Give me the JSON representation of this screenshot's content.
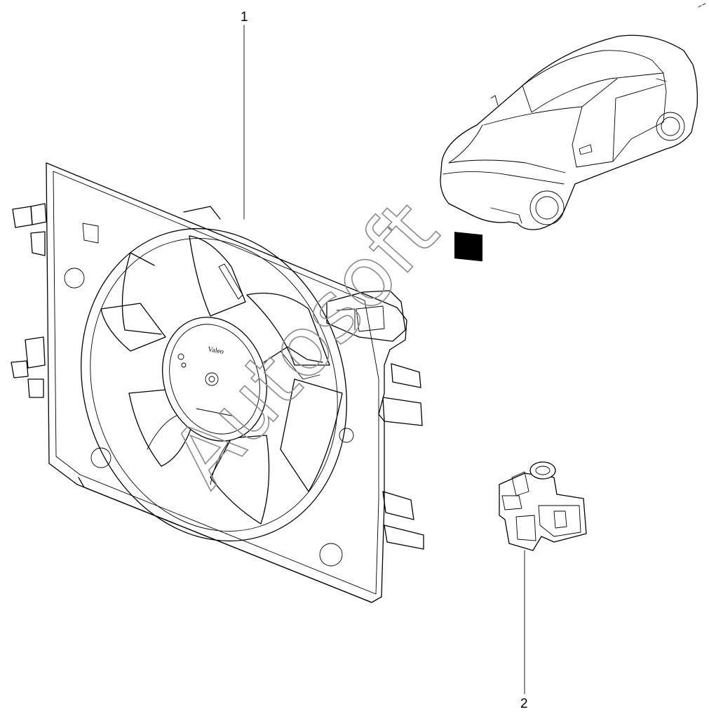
{
  "callouts": {
    "fan_assembly": "1",
    "connector": "2"
  },
  "fan_hub_label": "Valeo",
  "watermark": "Autosoft",
  "colors": {
    "line": "#000000",
    "watermark": "#8a8a8a",
    "background": "#ffffff"
  }
}
